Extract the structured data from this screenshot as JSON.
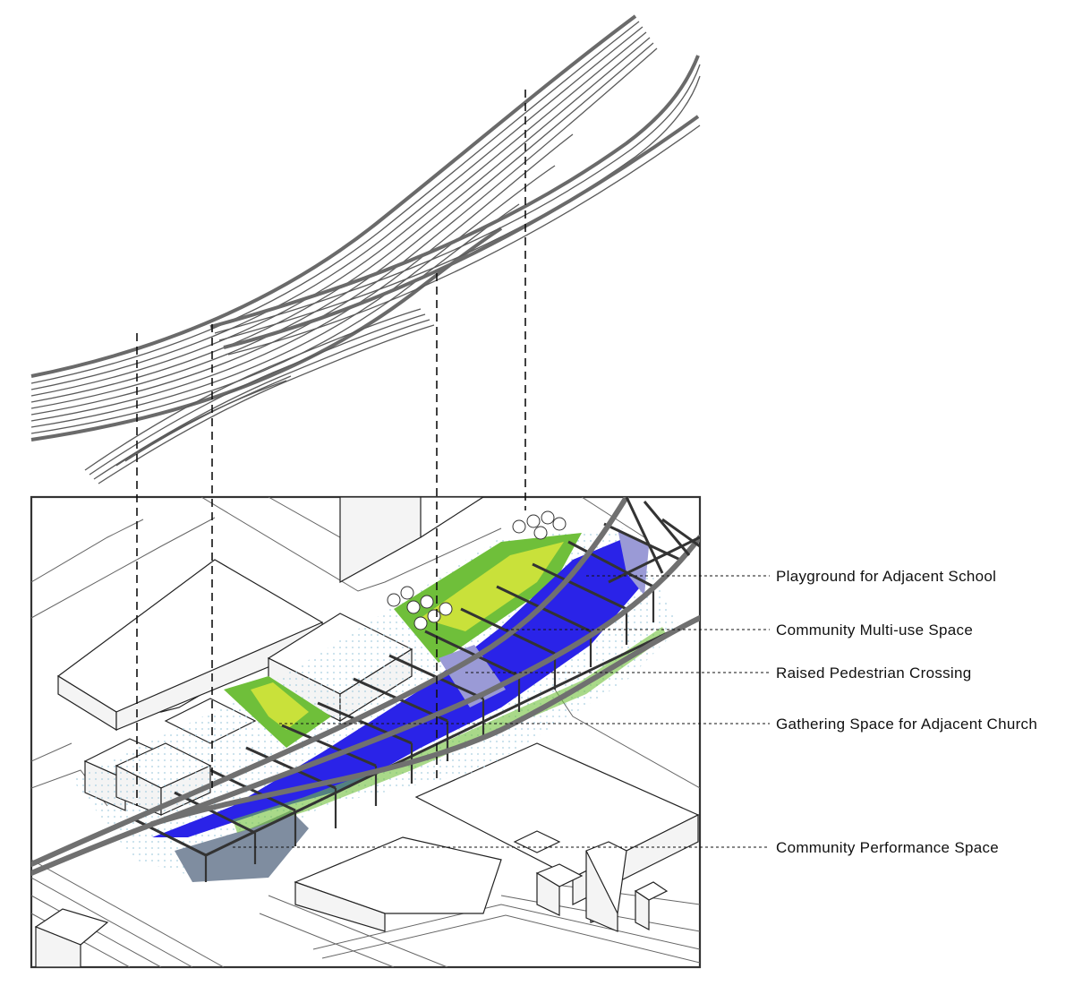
{
  "labels": [
    {
      "id": "playground",
      "text": "Playground for Adjacent School"
    },
    {
      "id": "multi-use",
      "text": "Community Multi-use Space"
    },
    {
      "id": "crossing",
      "text": "Raised Pedestrian Crossing"
    },
    {
      "id": "gathering",
      "text": "Gathering Space for Adjacent Church"
    },
    {
      "id": "performance",
      "text": "Community Performance Space"
    }
  ],
  "colors": {
    "multi_use": "#2a23e8",
    "crossing": "#9a9ad6",
    "playground": "#c9e13a",
    "green_space": "#6fbf3a",
    "performance": "#7f8da0",
    "plaza_dots": "#a9cfe0",
    "tracks": "#5a5a5a",
    "viaduct": "#707070"
  }
}
